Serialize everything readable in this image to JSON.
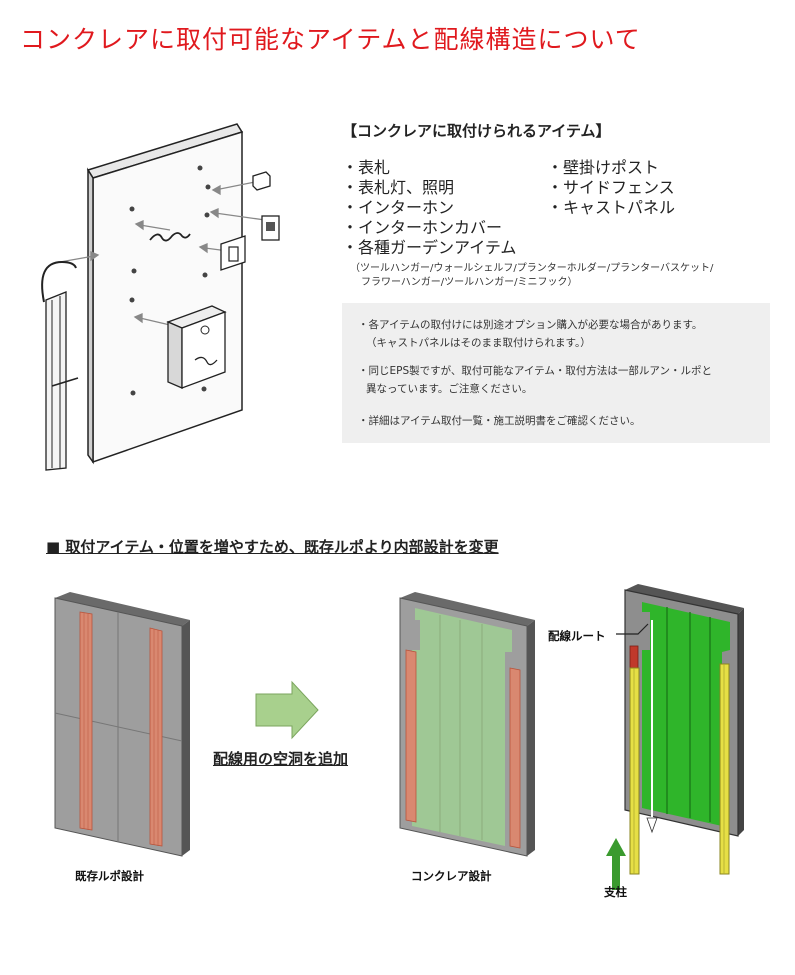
{
  "title": "コンクレアに取付可能なアイテムと配線構造について",
  "items_heading": "【コンクレアに取付けられるアイテム】",
  "items_left": [
    "・表札",
    "・表札灯、照明",
    "・インターホン",
    "・インターホンカバー",
    "・各種ガーデンアイテム"
  ],
  "items_right": [
    "・壁掛けポスト",
    "・サイドフェンス",
    "・キャストパネル"
  ],
  "garden_items_detail": [
    "（ツールハンガー/ウォールシェルフ/プランターホルダー/プランターバスケット/",
    "フラワーハンガー/ツールハンガー/ミニフック）"
  ],
  "notes": [
    "・各アイテムの取付けには別途オプション購入が必要な場合があります。",
    "（キャストパネルはそのまま取付けられます。）",
    "・同じEPS製ですが、取付可能なアイテム・取付方法は一部ルアン・ルポと",
    "異なっています。ご注意ください。",
    "・詳細はアイテム取付一覧・施工説明書をご確認ください。"
  ],
  "section2_heading": "■ 取付アイテム・位置を増やすため、既存ルポより内部設計を変更",
  "arrow_caption": "配線用の空洞を追加",
  "label_existing": "既存ルポ設計",
  "label_concrea": "コンクレア設計",
  "label_wiring_route": "配線ルート",
  "label_post": "支柱",
  "colors": {
    "title": "#e0191e",
    "panel_gray": "#9a9a9a",
    "wiring_green": "#2fb52a",
    "post_yellow": "#e6df45",
    "existing_conduit_red": "#d98870",
    "arrow_green": "#a8d08d",
    "post_arrow_green": "#3a9a2e"
  }
}
